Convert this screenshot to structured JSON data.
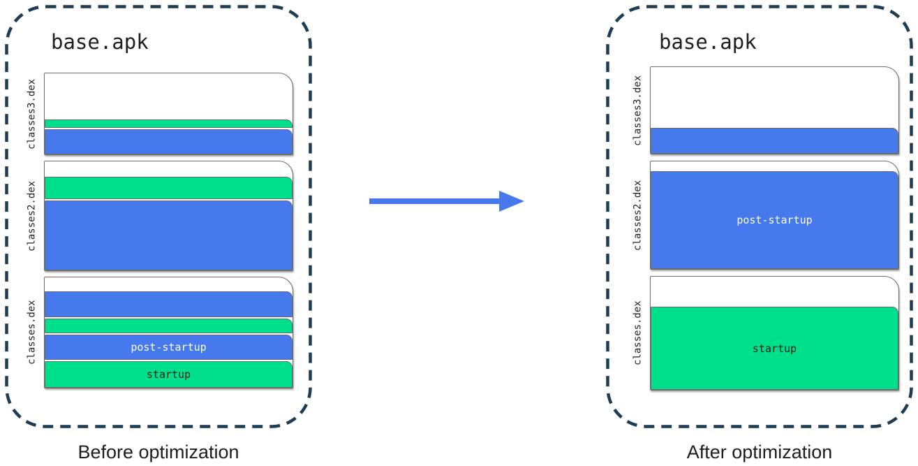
{
  "colors": {
    "blue": "#4679EC",
    "green": "#00DF8C",
    "dash_border": "#1E3D52",
    "sheet_border": "#6E6E6E",
    "segment_text_on_blue": "#FFFFFF",
    "segment_text_on_green": "#1C1F1D"
  },
  "arrow": {
    "direction": "right",
    "meaning": "transformation from before to after"
  },
  "panels": [
    {
      "key": "before",
      "title": "base.apk",
      "caption": "Before optimization",
      "files": [
        {
          "label": "classes3.dex",
          "height": 118,
          "segments": [
            {
              "color": "white",
              "h": 64
            },
            {
              "color": "green",
              "h": 12
            },
            {
              "color": "blue",
              "h": 36
            }
          ]
        },
        {
          "label": "classes2.dex",
          "height": 158,
          "segments": [
            {
              "color": "white",
              "h": 17
            },
            {
              "color": "green",
              "h": 32
            },
            {
              "color": "blue",
              "h": 100
            }
          ]
        },
        {
          "label": "classes.dex",
          "height": 160,
          "segments": [
            {
              "color": "white",
              "h": 12
            },
            {
              "color": "blue",
              "h": 37
            },
            {
              "color": "green",
              "h": 21
            },
            {
              "color": "blue",
              "h": 36,
              "text": "post-startup"
            },
            {
              "color": "green",
              "h": 38,
              "text": "startup"
            }
          ]
        }
      ]
    },
    {
      "key": "after",
      "title": "base.apk",
      "caption": "After optimization",
      "files": [
        {
          "label": "classes3.dex",
          "height": 126,
          "segments": [
            {
              "color": "white",
              "h": 84
            },
            {
              "color": "blue",
              "h": 37
            }
          ]
        },
        {
          "label": "classes2.dex",
          "height": 156,
          "segments": [
            {
              "color": "white",
              "h": 10
            },
            {
              "color": "blue",
              "h": 140,
              "text": "post-startup"
            }
          ]
        },
        {
          "label": "classes.dex",
          "height": 164,
          "segments": [
            {
              "color": "white",
              "h": 40
            },
            {
              "color": "green",
              "h": 119,
              "text": "startup"
            }
          ]
        }
      ]
    }
  ]
}
